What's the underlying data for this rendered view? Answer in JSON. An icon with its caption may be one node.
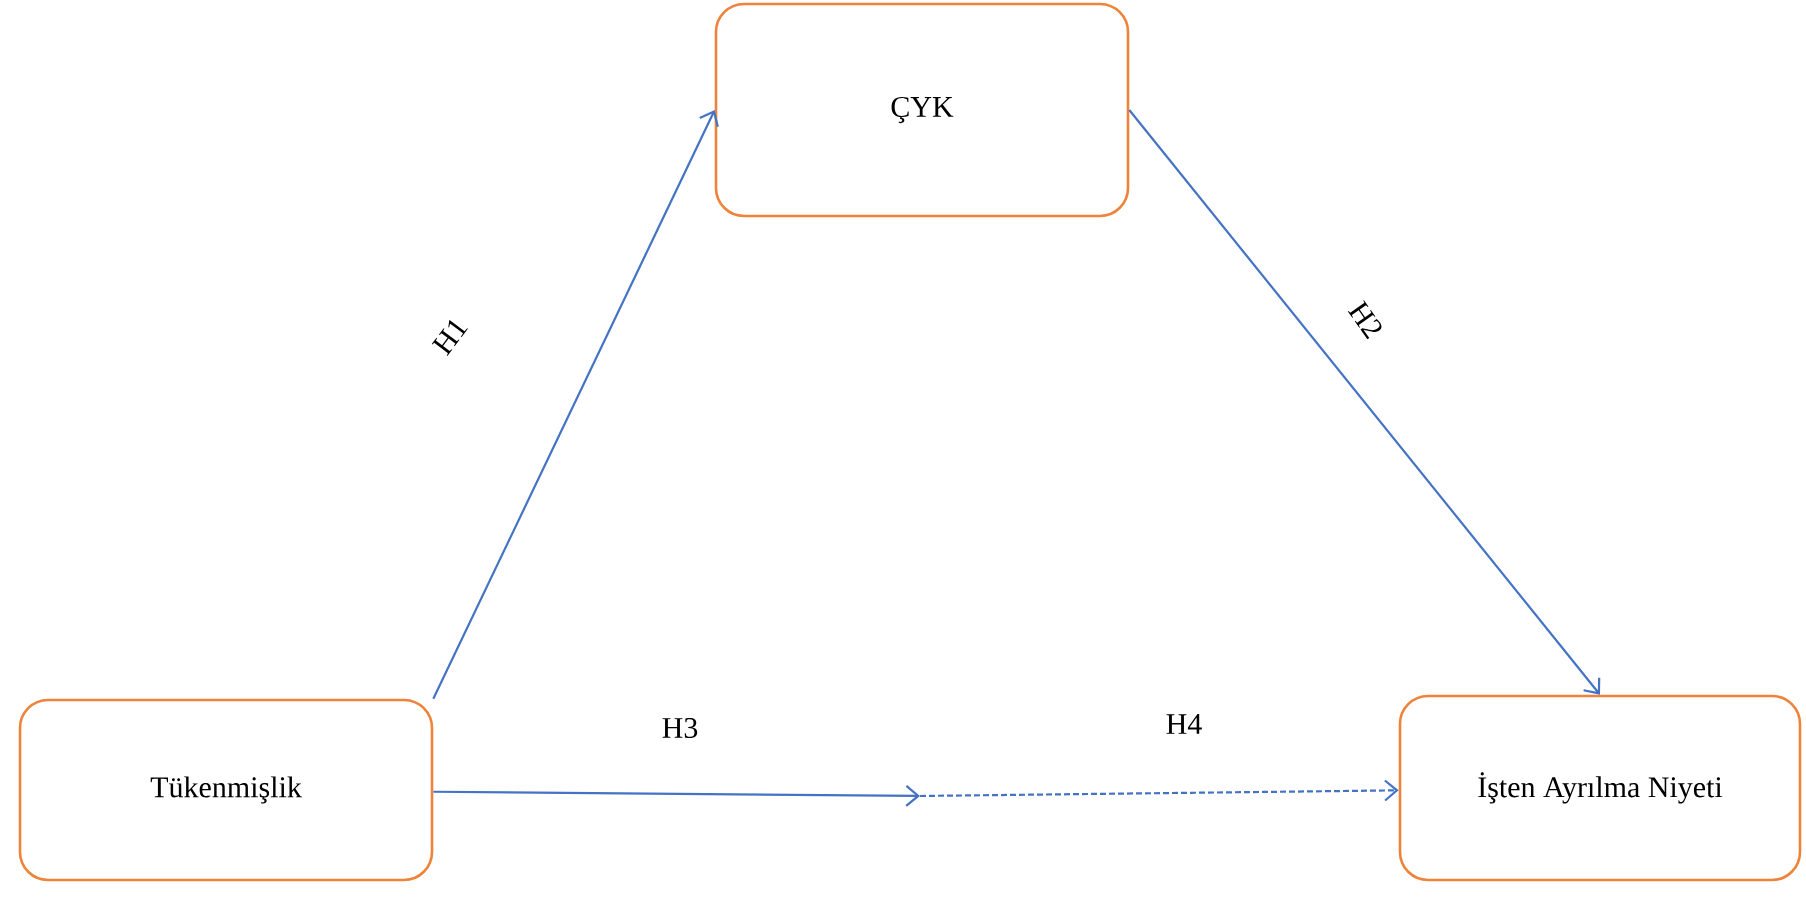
{
  "diagram": {
    "nodes": [
      {
        "text": [
          "Tükenmişlik"
        ]
      },
      {
        "text": [
          "ÇYK"
        ]
      },
      {
        "text": [
          "İşten Ayrılma Niyeti"
        ]
      }
    ],
    "edges": [
      {
        "from": 0,
        "to": 1,
        "arrow": "to",
        "label": "H1"
      },
      {
        "from": 1,
        "to": 2,
        "arrow": "to",
        "label": "H2"
      },
      {
        "from": 0,
        "to": null,
        "arrow": "to",
        "label": "H3"
      },
      {
        "from": null,
        "to": 2,
        "arrow": "to",
        "label": "H4",
        "style": "dashed"
      }
    ]
  }
}
